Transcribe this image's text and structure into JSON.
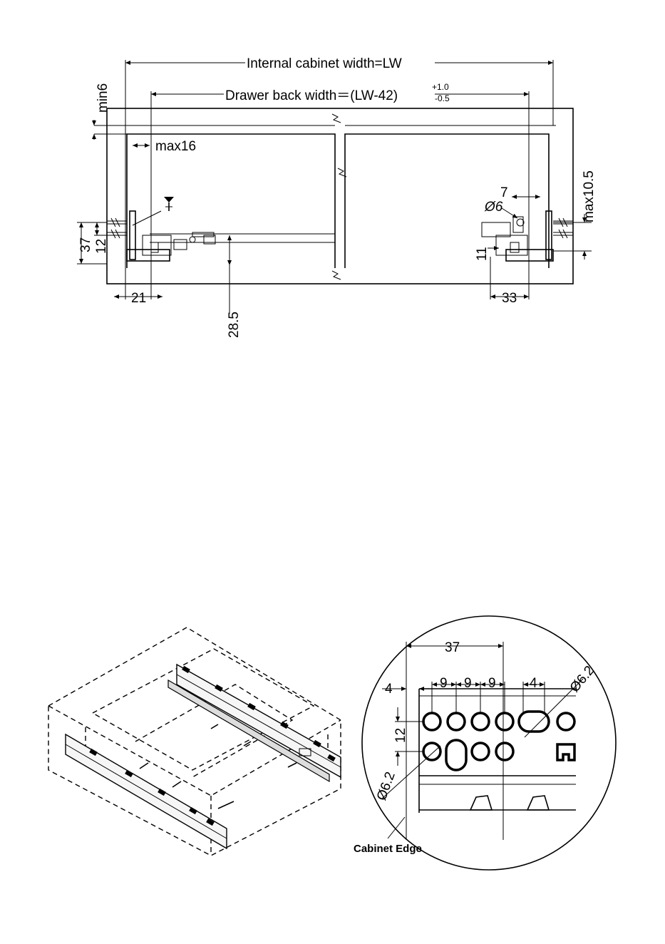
{
  "top_drawing": {
    "internal_width_label": "Internal cabinet width=LW",
    "drawer_back_label": "Drawer back width＝(LW-42)",
    "tolerance_upper": "+1.0",
    "tolerance_lower": "-0.5",
    "dim_min6": "min6",
    "dim_max16": "max16",
    "dim_37": "37",
    "dim_12": "12",
    "dim_21": "21",
    "dim_28_5": "28.5",
    "dim_7": "7",
    "dim_dia6": "Ø6",
    "dim_max10_5": "max10.5",
    "dim_11": "11",
    "dim_33": "33"
  },
  "detail_drawing": {
    "dim_37": "37",
    "dim_4_left": "4",
    "dim_9_a": "9",
    "dim_9_b": "9",
    "dim_9_c": "9",
    "dim_4_right": "4",
    "dim_dia6_2_top": "Ø6.2",
    "dim_12": "12",
    "dim_dia6_2_left": "Ø6.2",
    "cabinet_edge_label": "Cabinet Edge"
  }
}
